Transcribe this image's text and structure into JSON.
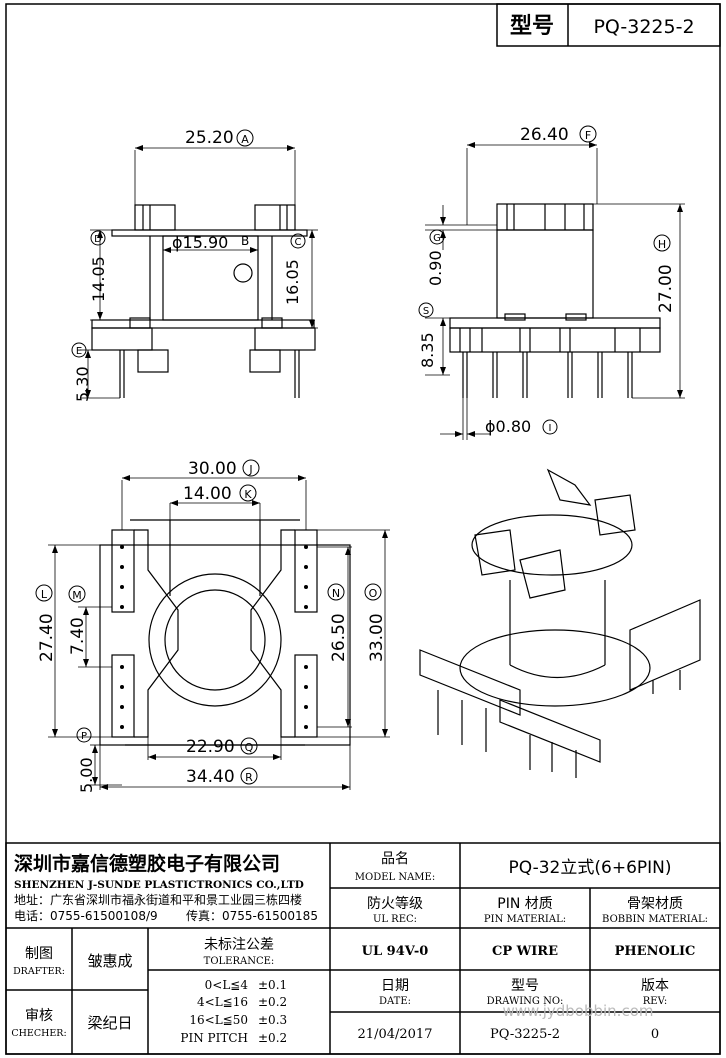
{
  "header": {
    "model_label": "型号",
    "model_value": "PQ-3225-2"
  },
  "dims": {
    "A": {
      "value": "25.20",
      "letter": "A"
    },
    "B": {
      "value": "ϕ15.90",
      "letter": "B"
    },
    "C": {
      "value": "16.05",
      "letter": "C"
    },
    "D": {
      "value": "14.05",
      "letter": "D"
    },
    "E": {
      "value": "5.30",
      "letter": "E"
    },
    "F": {
      "value": "26.40",
      "letter": "F"
    },
    "G": {
      "value": "0.90",
      "letter": "G"
    },
    "H": {
      "value": "27.00",
      "letter": "H"
    },
    "S": {
      "value": "8.35",
      "letter": "S"
    },
    "I": {
      "value": "ϕ0.80",
      "letter": "I"
    },
    "J": {
      "value": "30.00",
      "letter": "J"
    },
    "K": {
      "value": "14.00",
      "letter": "K"
    },
    "L": {
      "value": "27.40",
      "letter": "L"
    },
    "M": {
      "value": "7.40",
      "letter": "M"
    },
    "N": {
      "value": "26.50",
      "letter": "N"
    },
    "O": {
      "value": "33.00",
      "letter": "O"
    },
    "P": {
      "value": "5.00",
      "letter": "P"
    },
    "Q": {
      "value": "22.90",
      "letter": "Q"
    },
    "R": {
      "value": "34.40",
      "letter": "R"
    }
  },
  "title_block": {
    "company_cn": "深圳市嘉信德塑胶电子有限公司",
    "company_en": "SHENZHEN J-SUNDE PLASTICTRONICS CO.,LTD",
    "address": "地址：广东省深圳市福永街道和平和景工业园三栋四楼",
    "phone": "电话：0755-61500108/9",
    "fax": "传真：0755-61500185",
    "model_name_cn": "品名",
    "model_name_en": "MODEL NAME:",
    "model_name_value": "PQ-32立式(6+6PIN)",
    "ul_cn": "防火等级",
    "ul_en": "UL REC:",
    "ul_value": "UL 94V-0",
    "pin_cn": "PIN 材质",
    "pin_en": "PIN MATERIAL:",
    "pin_value": "CP WIRE",
    "bobbin_cn": "骨架材质",
    "bobbin_en": "BOBBIN MATERIAL:",
    "bobbin_value": "PHENOLIC",
    "drafter_cn": "制图",
    "drafter_en": "DRAFTER:",
    "drafter_name": "皱惠成",
    "checker_cn": "审核",
    "checker_en": "CHECHER:",
    "checker_name": "梁纪日",
    "tol_cn": "未标注公差",
    "tol_en": "TOLERANCE:",
    "tol_rows": [
      {
        "range": "0<L≦4",
        "value": "±0.1"
      },
      {
        "range": "4<L≦16",
        "value": "±0.2"
      },
      {
        "range": "16<L≦50",
        "value": "±0.3"
      },
      {
        "range": "PIN PITCH",
        "value": "±0.2"
      }
    ],
    "date_cn": "日期",
    "date_en": "DATE:",
    "date_value": "21/04/2017",
    "drawing_cn": "型号",
    "drawing_en": "DRAWING NO:",
    "drawing_value": "PQ-3225-2",
    "rev_cn": "版本",
    "rev_en": "REV:",
    "rev_value": "0"
  },
  "watermark": "www.jydbobbin.com"
}
